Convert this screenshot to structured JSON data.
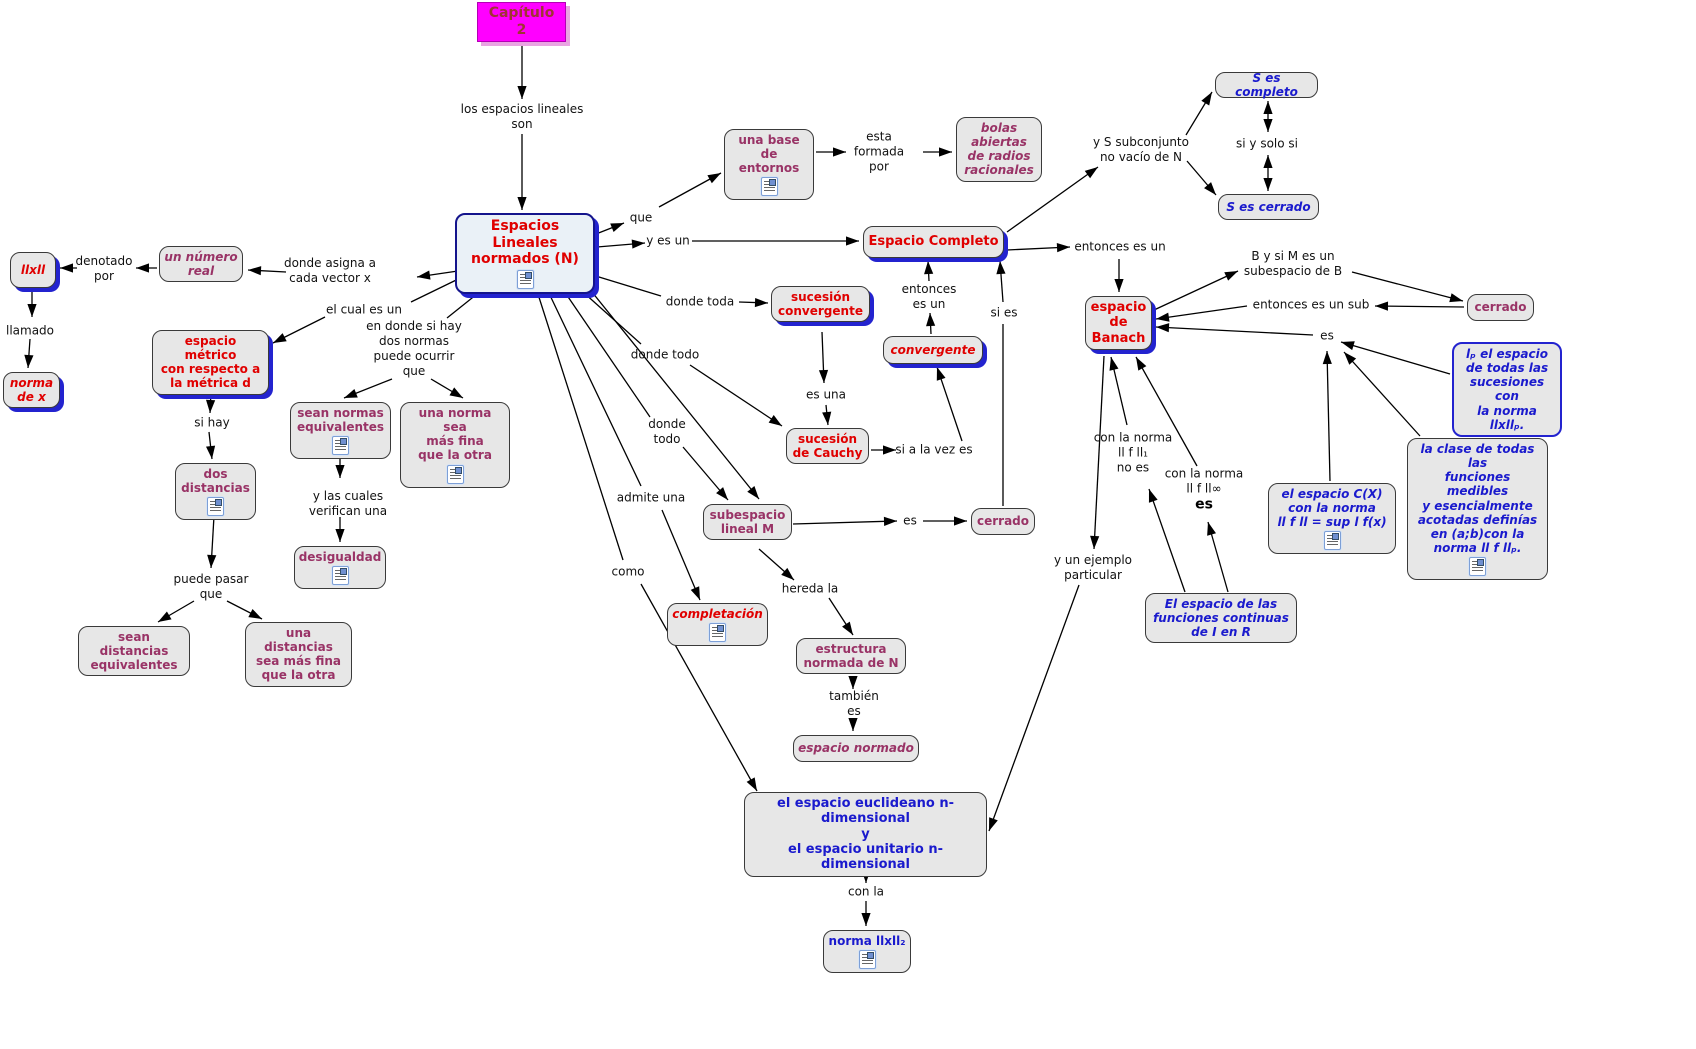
{
  "diagram_title": "Capítulo 2",
  "colors": {
    "node_fill": "#e7e7e7",
    "blue_shadow": "#2323cf",
    "red_text": "#e00000",
    "purple_text": "#993366",
    "blue_text": "#1a1acd",
    "magenta_fill": "#ff00ff",
    "capitulo_text": "#a03434"
  },
  "nodes": {
    "capitulo": "Capítulo 2",
    "main": "Espacios Lineales\nnormados (N)",
    "llxll": "llxll",
    "un_numero_real": "un número\nreal",
    "norma_de_x": "norma\nde x",
    "espacio_metrico": "espacio métrico\ncon respecto a\nla métrica d",
    "sean_normas": "sean normas\nequivalentes",
    "una_norma_fina": "una norma sea\nmás fina\nque la otra",
    "dos_distancias": "dos\ndistancias",
    "desigualdad": "desigualdad",
    "sean_dist_eq": "sean distancias\nequivalentes",
    "una_dist_fina": "una distancias\nsea más fina\nque la otra",
    "una_base": "una base\nde entornos",
    "bolas": "bolas\nabiertas\nde radios\nracionales",
    "s_completo": "S es completo",
    "s_cerrado": "S es cerrado",
    "espacio_completo": "Espacio Completo",
    "sucesion_conv": "sucesión\nconvergente",
    "convergente": "convergente",
    "sucesion_cauchy": "sucesión\nde Cauchy",
    "subespacio": "subespacio\nlineal M",
    "cerrado_c": "cerrado",
    "completacion": "completación",
    "estructura": "estructura\nnormada de N",
    "espacio_normado": "espacio normado",
    "euclideano": "el espacio euclideano n-dimensional\ny\nel espacio unitario n-dimensional",
    "norma2": "norma llxll₂",
    "banach": "espacio\nde\nBanach",
    "cerrado_r": "cerrado",
    "lp": "lₚ el espacio\nde todas las\nsucesiones con\nla norma llxllₚ.",
    "la_clase": "la clase de todas las\nfunciones medibles\ny esencialmente\nacotadas definías\nen (a;b)con la\nnorma ll f llₚ.",
    "cx": "el espacio C(X)\ncon la norma\nll f ll  = sup l f(x)",
    "funciones_continuas": "El espacio de las\nfunciones continuas\nde I en R"
  },
  "labels": {
    "los_son": "los espacios lineales\nson",
    "que": "que",
    "y_es_un": "y es un",
    "donde_asigna": "donde asigna a\ncada vector x",
    "el_cual": "el cual es un",
    "en_donde": "en donde si hay\ndos normas\npuede ocurrir\nque",
    "denotado": "denotado\npor",
    "llamado": "llamado",
    "si_hay": "si hay",
    "y_las_cuales": "y las cuales\nverifican una",
    "puede_pasar": "puede pasar\nque",
    "esta_formada": "esta\nformada\npor",
    "y_s_sub": "y S subconjunto\nno vacío de N",
    "si_y_solo": "si y solo si",
    "donde_toda": "donde toda",
    "donde_todo1": "donde todo",
    "donde_todo2": "donde\ntodo",
    "admite": "admite una",
    "como": "como",
    "entonces1": "entonces\nes un",
    "si_es": "si es",
    "es_una": "es una",
    "si_a_la_vez": "si a la vez es",
    "es_c": "es",
    "hereda": "hereda la",
    "tambien": "también\nes",
    "entonces2": "entonces es un",
    "b_y_si": "B y si M es un\nsubespacio de B",
    "entonces_sub": "entonces es un sub",
    "es_r": "es",
    "con_norma1": "con la norma\nll f ll₁\nno es",
    "con_norma_inf": "con la norma\nll f ll∞",
    "con_norma_inf_es": "es",
    "y_un_ejemplo": "y un ejemplo\nparticular",
    "con_la": "con la"
  }
}
